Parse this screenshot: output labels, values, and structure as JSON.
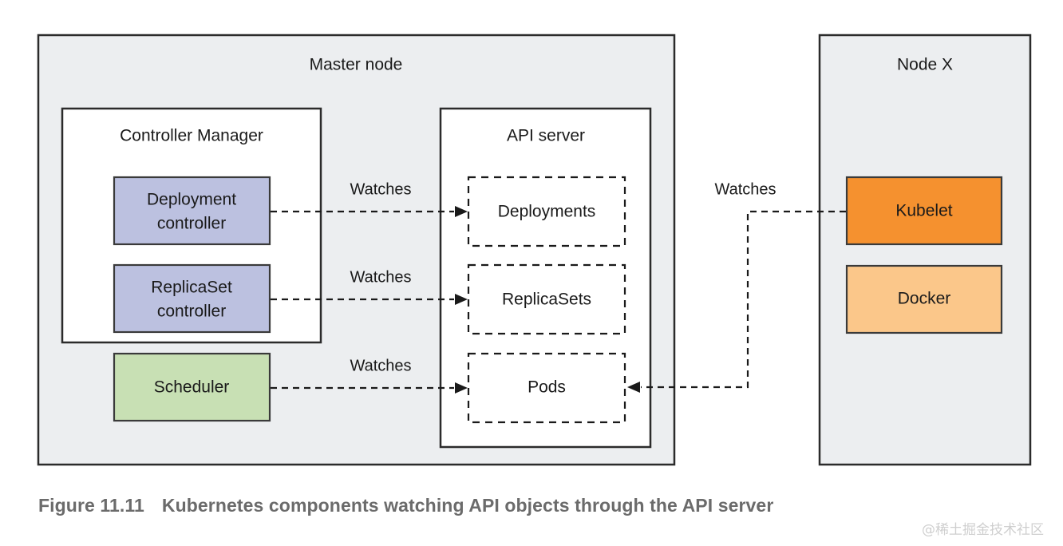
{
  "figure": {
    "number": "Figure 11.11",
    "caption": "Kubernetes components watching API objects through the API server",
    "watermark": "@稀土掘金技术社区"
  },
  "colors": {
    "outer_fill": "#eceef0",
    "outer_stroke": "#2b2b2b",
    "white_fill": "#ffffff",
    "controller_fill": "#bcc1e0",
    "scheduler_fill": "#c8e0b4",
    "kubelet_fill": "#f5912f",
    "docker_fill": "#fbc78a",
    "text": "#1a1a1a",
    "caption_text": "#6b6b6b",
    "watermark_text": "#cfcfcf"
  },
  "master_node": {
    "title": "Master node",
    "controller_manager": {
      "title": "Controller Manager",
      "components": [
        {
          "id": "deployment-controller",
          "label_line1": "Deployment",
          "label_line2": "controller"
        },
        {
          "id": "replicaset-controller",
          "label_line1": "ReplicaSet",
          "label_line2": "controller"
        }
      ]
    },
    "scheduler": {
      "id": "scheduler",
      "label": "Scheduler"
    },
    "api_server": {
      "title": "API server",
      "objects": [
        {
          "id": "deployments",
          "label": "Deployments"
        },
        {
          "id": "replicasets",
          "label": "ReplicaSets"
        },
        {
          "id": "pods",
          "label": "Pods"
        }
      ]
    }
  },
  "worker_node": {
    "title": "Node X",
    "components": [
      {
        "id": "kubelet",
        "label": "Kubelet"
      },
      {
        "id": "docker",
        "label": "Docker"
      }
    ]
  },
  "edges": [
    {
      "id": "deployment-controller-watches-deployments",
      "label": "Watches",
      "from": "deployment-controller",
      "to": "deployments"
    },
    {
      "id": "replicaset-controller-watches-replicasets",
      "label": "Watches",
      "from": "replicaset-controller",
      "to": "replicasets"
    },
    {
      "id": "scheduler-watches-pods",
      "label": "Watches",
      "from": "scheduler",
      "to": "pods"
    },
    {
      "id": "kubelet-watches-pods",
      "label": "Watches",
      "from": "kubelet",
      "to": "pods"
    }
  ]
}
